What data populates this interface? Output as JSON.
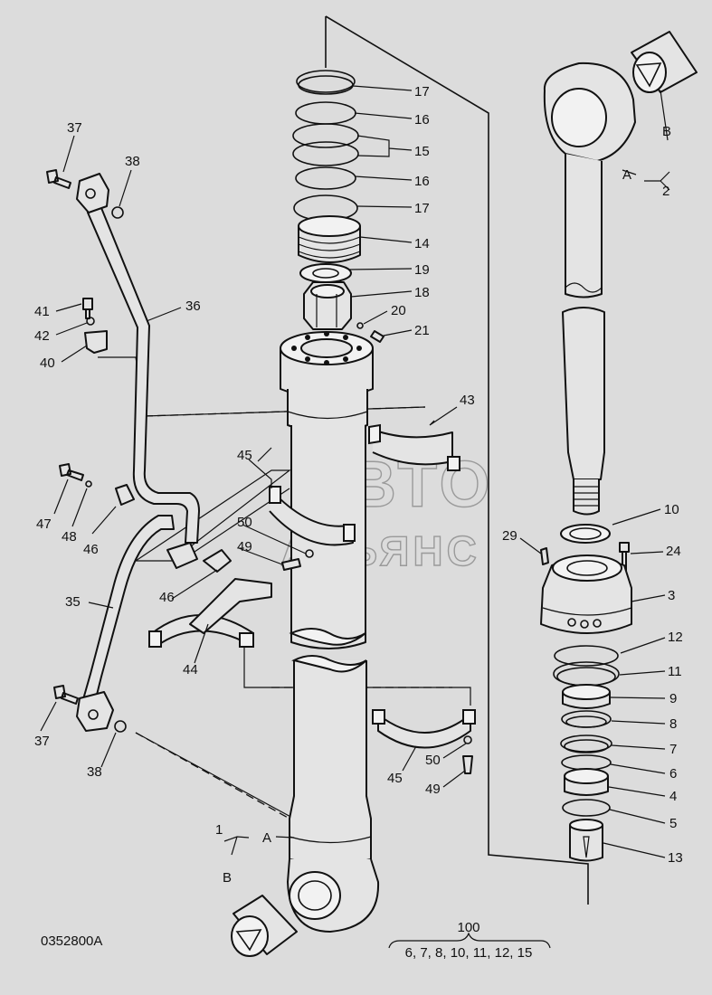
{
  "drawing_code": "0352800A",
  "watermark": {
    "line1": "АВТО",
    "line2": "АЛЬЯНС"
  },
  "callouts": {
    "c17a": "17",
    "c16a": "16",
    "c15": "15",
    "c16b": "16",
    "c17b": "17",
    "c14": "14",
    "c19": "19",
    "c18": "18",
    "c20": "20",
    "c21": "21",
    "c37a": "37",
    "c38a": "38",
    "c36": "36",
    "c41": "41",
    "c42": "42",
    "c40": "40",
    "c43": "43",
    "c45a": "45",
    "c47": "47",
    "c48": "48",
    "c46a": "46",
    "c50a": "50",
    "c49a": "49",
    "c46b": "46",
    "c35": "35",
    "c44": "44",
    "c37b": "37",
    "c38b": "38",
    "c50b": "50",
    "c49b": "49",
    "c45b": "45",
    "c1": "1",
    "c1A": "A",
    "c1B": "B",
    "c2": "2",
    "c2A": "A",
    "c2B": "B",
    "c10": "10",
    "c29": "29",
    "c24": "24",
    "c3": "3",
    "c12": "12",
    "c11": "11",
    "c9": "9",
    "c8": "8",
    "c7": "7",
    "c6": "6",
    "c4": "4",
    "c5": "5",
    "c13": "13"
  },
  "kit": {
    "number": "100",
    "contents": "6, 7, 8, 10, 11, 12, 15"
  }
}
